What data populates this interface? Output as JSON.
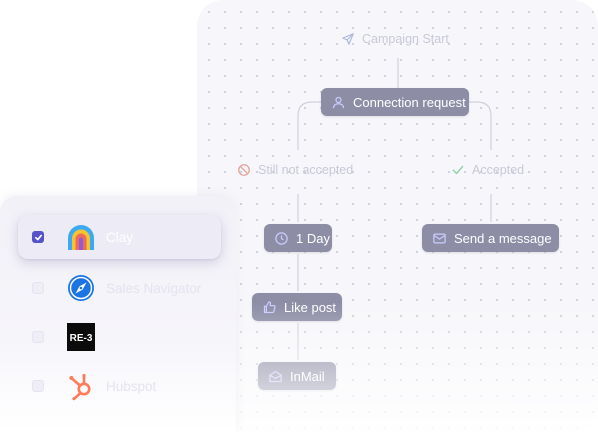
{
  "flow": {
    "start": {
      "label": "Campaign Start",
      "icon": "send-icon"
    },
    "connection_request": {
      "label": "Connection request",
      "icon": "user-icon"
    },
    "branches": {
      "not_accepted": {
        "label": "Still not accepted",
        "icon": "ban-icon",
        "color": "#e8a09a"
      },
      "accepted": {
        "label": "Accepted",
        "icon": "check-icon",
        "color": "#8fd1a8"
      }
    },
    "steps": [
      {
        "label": "1 Day",
        "icon": "clock-icon"
      },
      {
        "label": "Like post",
        "icon": "thumbs-up-icon"
      },
      {
        "label": "InMail",
        "icon": "mail-open-icon"
      }
    ],
    "send_message": {
      "label": "Send a message",
      "icon": "mail-icon"
    }
  },
  "integrations": [
    {
      "name": "Clay",
      "checked": true,
      "icon": "clay-logo"
    },
    {
      "name": "Sales Navigator",
      "checked": false,
      "icon": "compass-logo"
    },
    {
      "name": "",
      "checked": false,
      "icon": "re3-logo"
    },
    {
      "name": "Hubspot",
      "checked": false,
      "icon": "hubspot-logo"
    }
  ],
  "colors": {
    "node": "#8d8da6",
    "accent": "#5553c9",
    "muted_text": "#c7c9d6"
  }
}
